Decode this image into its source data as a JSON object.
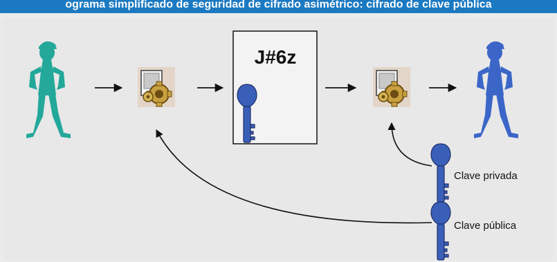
{
  "header": {
    "title": "ograma simplificado de seguridad de cifrado asimétrico: cifrado de clave pública"
  },
  "diagram": {
    "ciphertext": "J#6z",
    "private_key_label": "Clave privada",
    "public_key_label": "Clave pública"
  },
  "colors": {
    "header_bg": "#1b79c2",
    "sender": "#23a89a",
    "receiver": "#3b66c8",
    "key": "#3a5fb8"
  },
  "icons": [
    "sender-person-icon",
    "encrypt-gear-icon",
    "key-icon",
    "decrypt-gear-icon",
    "receiver-person-icon",
    "private-key-icon",
    "public-key-icon"
  ]
}
